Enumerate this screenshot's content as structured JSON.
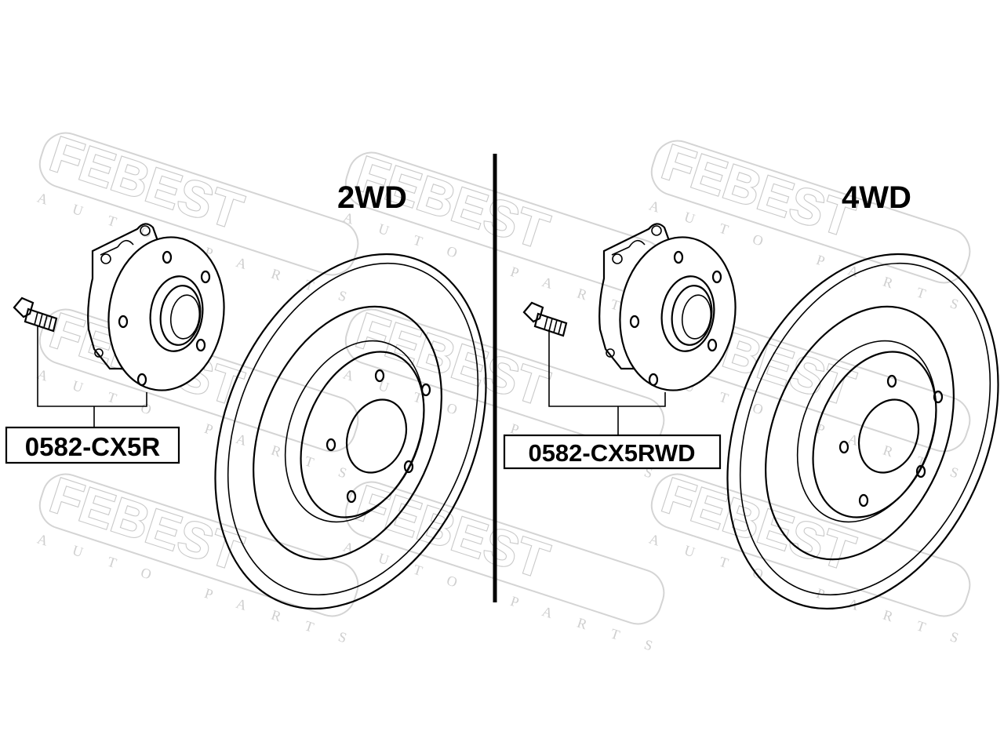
{
  "watermark": {
    "brand": "FEBEST",
    "subtitle": "AUTO PARTS",
    "color": "#c9c9c9"
  },
  "panels": [
    {
      "variant": "2WD",
      "part_number": "0582-CX5R"
    },
    {
      "variant": "4WD",
      "part_number": "0582-CX5RWD"
    }
  ],
  "colors": {
    "line": "#000000",
    "background": "#ffffff"
  }
}
